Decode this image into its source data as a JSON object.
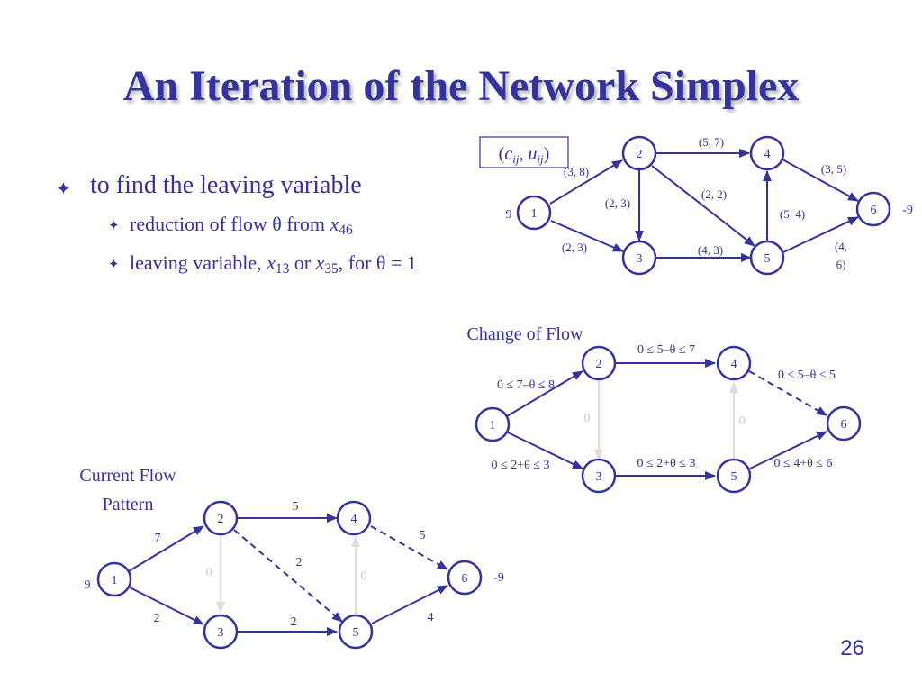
{
  "slide": {
    "title": "An Iteration of the Network Simplex",
    "number": "26"
  },
  "bullets": {
    "main": "to find the leaving variable",
    "sub1_text": "reduction of flow θ from ",
    "sub1_var": "x",
    "sub1_sub": "46",
    "sub2_text": "leaving variable, ",
    "sub2_var1": "x",
    "sub2_sub1": "13",
    "sub2_or": " or ",
    "sub2_var2": "x",
    "sub2_sub2": "35",
    "sub2_tail": ", for θ = 1"
  },
  "legend_box": {
    "c": "c",
    "ij1": "ij",
    "sep": ", ",
    "u": "u",
    "ij2": "ij",
    "open": "(",
    "close": ")"
  },
  "network_top": {
    "nodes": [
      "1",
      "2",
      "3",
      "4",
      "5",
      "6"
    ],
    "supply_1": "9",
    "supply_6": "-9",
    "arcs": {
      "a12": "(3, 8)",
      "a13": "(2, 3)",
      "a23": "(2, 3)",
      "a24": "(5, 7)",
      "a25": "(2, 2)",
      "a35": "(4, 3)",
      "a54": "(5, 4)",
      "a46": "(3, 5)",
      "a56_line1": "(4,",
      "a56_line2": "6)"
    }
  },
  "change_of_flow": {
    "title": "Change of Flow",
    "nodes": [
      "1",
      "2",
      "3",
      "4",
      "5",
      "6"
    ],
    "arcs": {
      "a12": "0 ≤ 7–θ ≤ 8",
      "a24": "0 ≤ 5–θ ≤ 7",
      "a46": "0 ≤ 5–θ ≤ 5",
      "a13": "0 ≤ 2+θ ≤ 3",
      "a35": "0 ≤ 2+θ ≤ 3",
      "a56": "0 ≤ 4+θ ≤ 6",
      "a23": "0",
      "a54": "0"
    }
  },
  "current_flow": {
    "title_line1": "Current Flow",
    "title_line2": "Pattern",
    "nodes": [
      "1",
      "2",
      "3",
      "4",
      "5",
      "6"
    ],
    "supply_1": "9",
    "supply_6": "-9",
    "arcs": {
      "a12": "7",
      "a24": "5",
      "a46": "5",
      "a25": "2",
      "a13": "2",
      "a35": "2",
      "a56": "4",
      "a23": "0",
      "a54": "0"
    }
  },
  "colors": {
    "primary": "#333399",
    "faded_arc": "#dcdcdc",
    "faded_text": "#c8c8c8"
  }
}
